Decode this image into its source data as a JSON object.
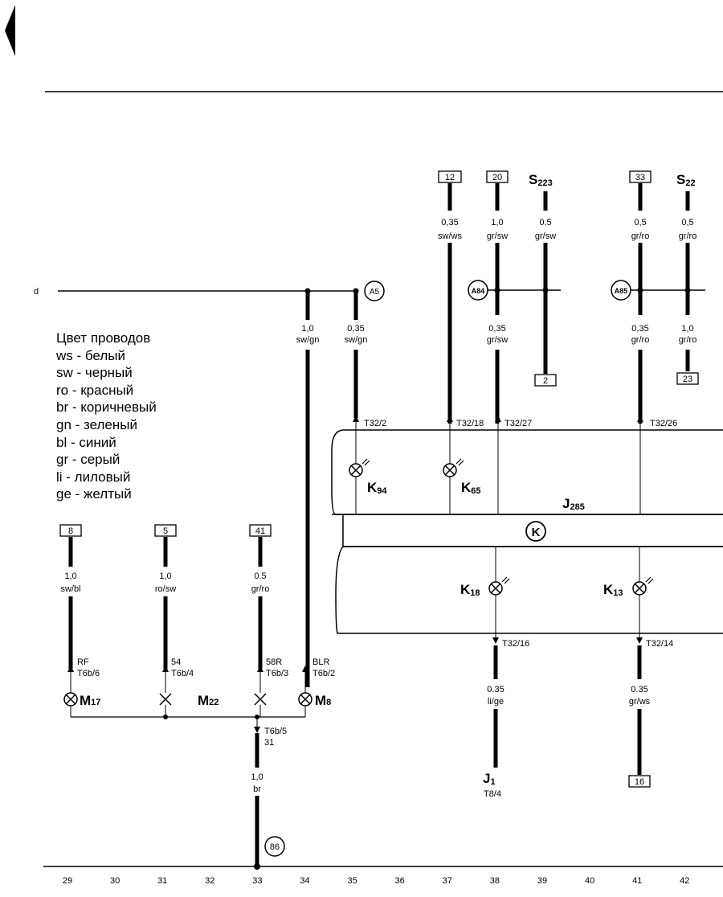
{
  "page_marker": "d",
  "legend": {
    "title": "Цвет проводов",
    "items": [
      "ws - белый",
      "sw - черный",
      "ro - красный",
      "br - коричневый",
      "gn - зеленый",
      "bl - синий",
      "gr - серый",
      "li - лиловый",
      "ge - желтый"
    ]
  },
  "boxes": {
    "b12": "12",
    "b20": "20",
    "b33": "33",
    "b2": "2",
    "b23": "23",
    "b8": "8",
    "b5": "5",
    "b41": "41",
    "b16": "16"
  },
  "circles": {
    "a5": "A5",
    "a84": "A84",
    "a85": "A85",
    "c86": "86",
    "k": "K"
  },
  "components": {
    "s223": {
      "main": "S",
      "sub": "223"
    },
    "s22": {
      "main": "S",
      "sub": "22"
    },
    "k94": {
      "main": "K",
      "sub": "94"
    },
    "k65": {
      "main": "K",
      "sub": "65"
    },
    "j285": {
      "main": "J",
      "sub": "285"
    },
    "k18": {
      "main": "K",
      "sub": "18"
    },
    "k13": {
      "main": "K",
      "sub": "13"
    },
    "m17": {
      "main": "M",
      "sub": "17"
    },
    "m22": {
      "main": "M",
      "sub": "22"
    },
    "m8": {
      "main": "M",
      "sub": "8"
    },
    "j1": {
      "main": "J",
      "sub": "1",
      "pin": "T8/4"
    }
  },
  "wires": {
    "w12": [
      "0,35",
      "sw/ws"
    ],
    "w20": [
      "1,0",
      "gr/sw"
    ],
    "ws223": [
      "0.5",
      "gr/sw"
    ],
    "w33": [
      "0,5",
      "gr/ro"
    ],
    "ws22": [
      "0,5",
      "gr/ro"
    ],
    "w383": [
      "1,0",
      "sw/gn"
    ],
    "w443": [
      "0,35",
      "sw/gn"
    ],
    "w620b": [
      "0,35",
      "gr/sw"
    ],
    "w798b": [
      "0,35",
      "gr/ro"
    ],
    "w856b": [
      "1,0",
      "gr/ro"
    ],
    "w8": [
      "1,0",
      "sw/bl"
    ],
    "w5": [
      "1,0",
      "ro/sw"
    ],
    "w41": [
      "0.5",
      "gr/ro"
    ],
    "w616": [
      "0.35",
      "li/ge"
    ],
    "w796": [
      "0.35",
      "gr/ws"
    ],
    "wbr": [
      "1,0",
      "br"
    ]
  },
  "pins": {
    "t32_2": "T32/2",
    "t32_18": "T32/18",
    "t32_27": "T32/27",
    "t32_26": "T32/26",
    "t32_16": "T32/16",
    "t32_14": "T32/14",
    "rf": "RF",
    "t6b6": "T6b/6",
    "p54": "54",
    "t6b4": "T6b/4",
    "p58r": "58R",
    "t6b3": "T6b/3",
    "blr": "BLR",
    "t6b2": "T6b/2",
    "t6b5": "T6b/5",
    "p31": "31"
  },
  "axis": [
    "29",
    "30",
    "31",
    "32",
    "33",
    "34",
    "35",
    "36",
    "37",
    "38",
    "39",
    "40",
    "41",
    "42"
  ]
}
